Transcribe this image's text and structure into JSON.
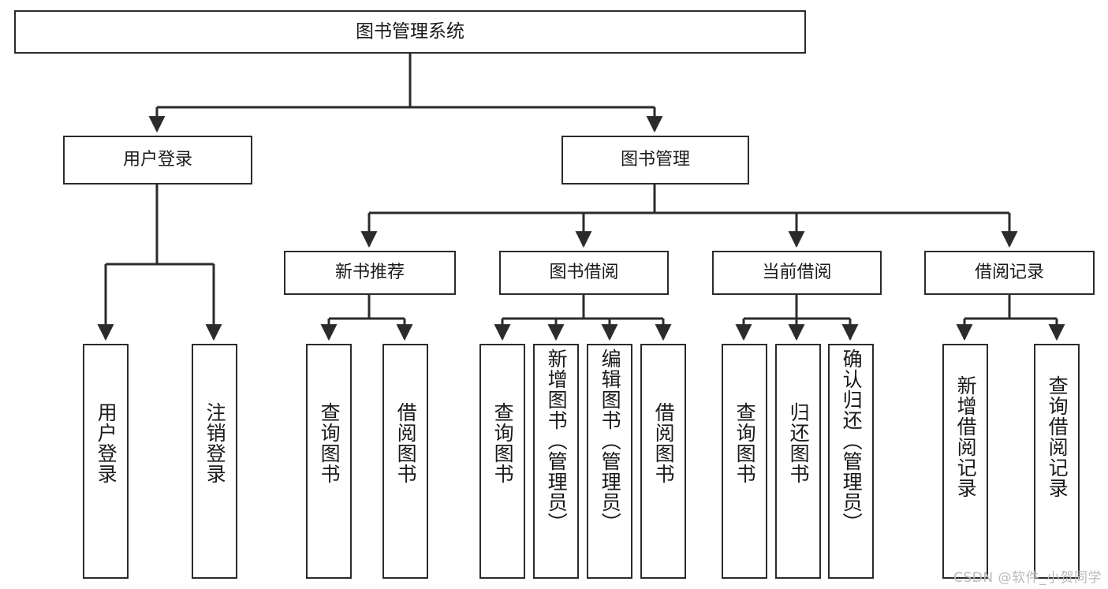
{
  "diagram": {
    "title": "图书管理系统",
    "type": "tree",
    "colors": {
      "box_border": "#2b2b2b",
      "box_fill": "#ffffff",
      "connector": "#2b2b2b",
      "text": "#1a1a1a",
      "watermark": "#b9b9b9",
      "background": "#ffffff"
    },
    "root": {
      "label": "图书管理系统"
    },
    "level2": [
      {
        "label": "用户登录"
      },
      {
        "label": "图书管理"
      }
    ],
    "level3": [
      {
        "label": "新书推荐"
      },
      {
        "label": "图书借阅"
      },
      {
        "label": "当前借阅"
      },
      {
        "label": "借阅记录"
      }
    ],
    "leaves": {
      "user_login": [
        {
          "label": "用户登录"
        },
        {
          "label": "注销登录"
        }
      ],
      "new_book_recommend": [
        {
          "label": "查询图书"
        },
        {
          "label": "借阅图书"
        }
      ],
      "book_borrow": [
        {
          "label": "查询图书"
        },
        {
          "label": "新增图书（管理员）"
        },
        {
          "label": "编辑图书（管理员）"
        },
        {
          "label": "借阅图书"
        }
      ],
      "current_borrow": [
        {
          "label": "查询图书"
        },
        {
          "label": "归还图书"
        },
        {
          "label": "确认归还（管理员）"
        }
      ],
      "borrow_record": [
        {
          "label": "新增借阅记录"
        },
        {
          "label": "查询借阅记录"
        }
      ]
    },
    "watermark": "CSDN @软件_小贺同学"
  }
}
